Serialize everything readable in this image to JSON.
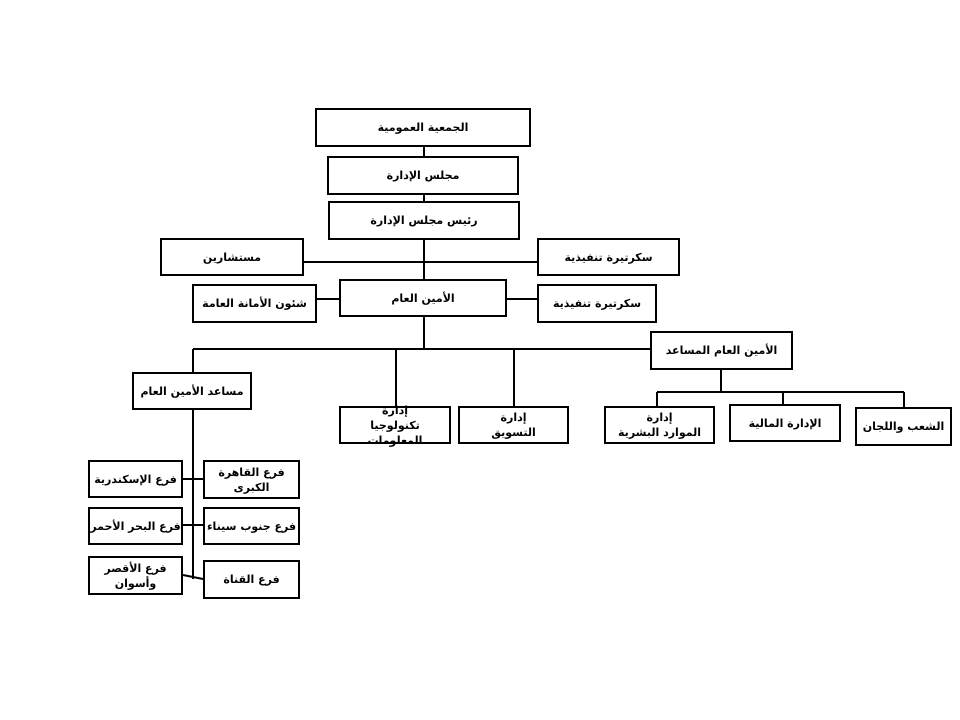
{
  "nodes": {
    "general_assembly": {
      "label": "الجمعية العمومية"
    },
    "board": {
      "label": "مجلس الإدارة"
    },
    "board_chairman": {
      "label": "رئيس مجلس الإدارة"
    },
    "advisors": {
      "label": "مستشارين"
    },
    "exec_secretary_1": {
      "label": "سكرتيرة تنفيذية"
    },
    "secretary_general": {
      "label": "الأمين العام"
    },
    "general_secretariat_affairs": {
      "label": "شئون الأمانة العامة"
    },
    "exec_secretary_2": {
      "label": "سكرتيرة تنفيذية"
    },
    "assistant_secretary_general": {
      "label": "الأمين العام المساعد"
    },
    "assistant_to_secretary_general": {
      "label": "مساعد الأمين العام"
    },
    "it_department": {
      "label": [
        "إدارة",
        "تكنولوجيا المعلومات"
      ]
    },
    "marketing_department": {
      "label": [
        "إدارة",
        "التسويق"
      ]
    },
    "hr_department": {
      "label": [
        "إدارة",
        "الموارد البشرية"
      ]
    },
    "finance_department": {
      "label": "الإدارة المالية"
    },
    "divisions_committees": {
      "label": "الشعب واللجان"
    },
    "branch_greater_cairo": {
      "label": [
        "فرع القاهرة",
        "الكبرى"
      ]
    },
    "branch_alexandria": {
      "label": "فرع الإسكندرية"
    },
    "branch_south_sinai": {
      "label": "فرع جنوب سيناء"
    },
    "branch_red_sea": {
      "label": "فرع البحر الأحمر"
    },
    "branch_luxor_aswan": {
      "label": [
        "فرع الأقصر",
        "وأسوان"
      ]
    },
    "branch_canal": {
      "label": "فرع القناة"
    }
  }
}
